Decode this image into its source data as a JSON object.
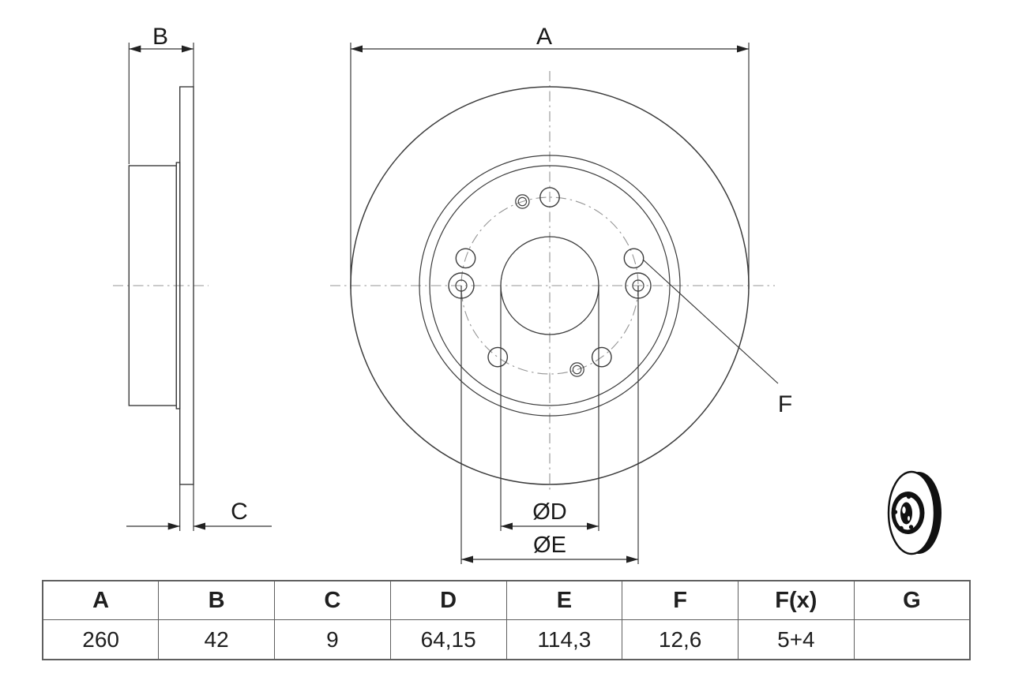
{
  "drawing": {
    "labels": {
      "dim_a": "A",
      "dim_b": "B",
      "dim_c": "C",
      "dim_f": "F",
      "dim_d": "ØD",
      "dim_e": "ØE"
    },
    "views": {
      "side_view": "brake-disc-side-section",
      "front_view": "brake-disc-front",
      "thumbnail": "brake-disc-3d-thumbnail"
    },
    "bolt_pattern": {
      "large_holes": 5,
      "small_holes": 4
    }
  },
  "table": {
    "headers": [
      "A",
      "B",
      "C",
      "D",
      "E",
      "F",
      "F(x)",
      "G"
    ],
    "values": [
      "260",
      "42",
      "9",
      "64,15",
      "114,3",
      "12,6",
      "5+4",
      ""
    ]
  },
  "colors": {
    "background": "#ffffff",
    "line": "#3c3c3c",
    "dim": "#333333",
    "centerline": "#949494",
    "text": "#1a1a1a",
    "table_border": "#5f5f5f",
    "thumb_ink": "#111111"
  }
}
